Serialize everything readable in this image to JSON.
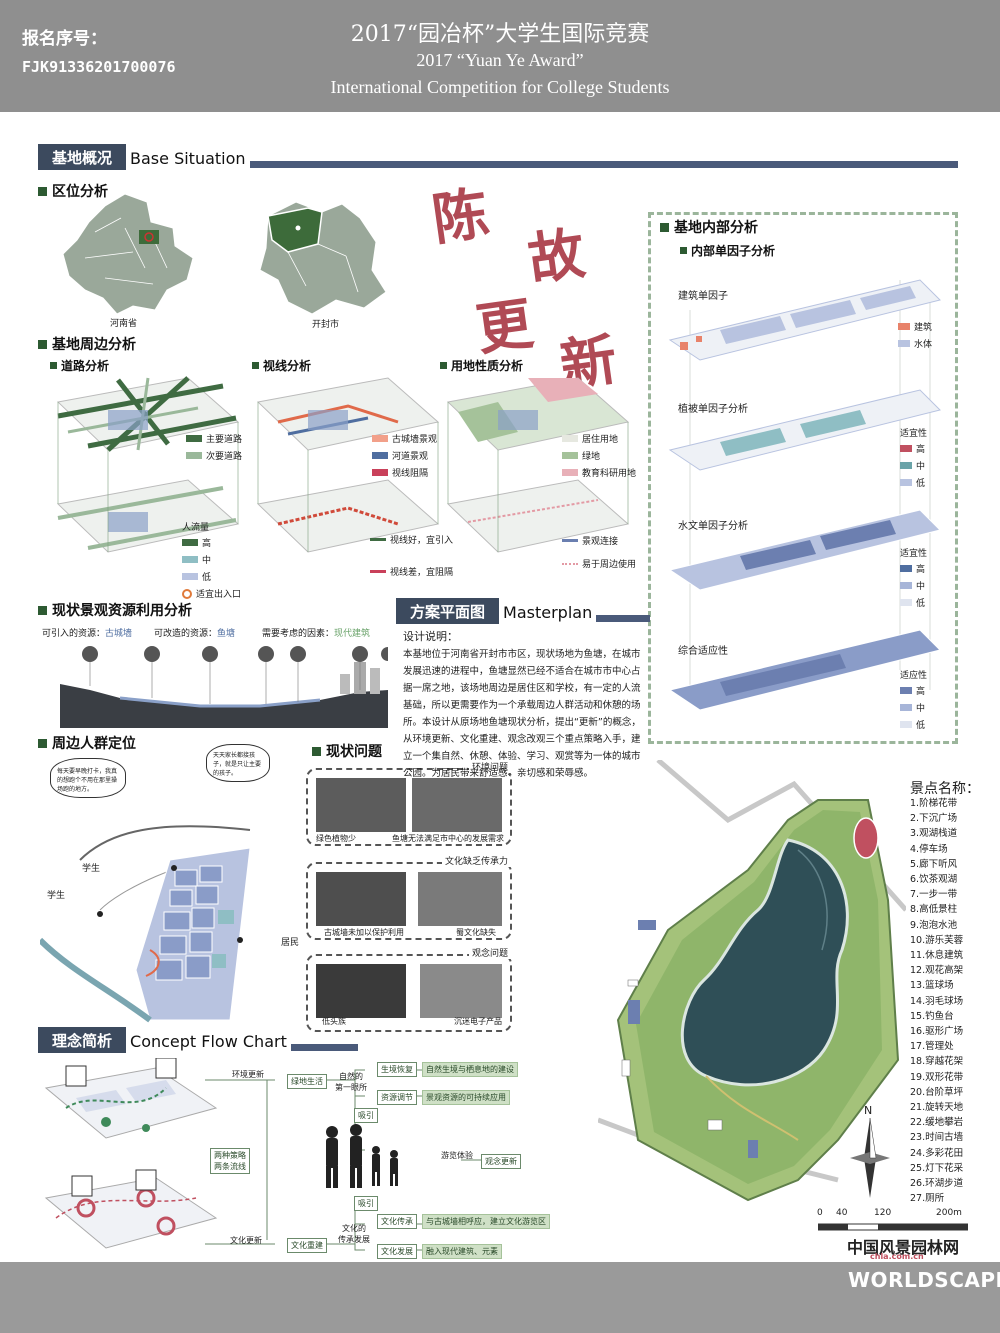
{
  "header": {
    "reg_label": "报名序号：",
    "reg_number": "FJK91336201700076",
    "title_cn": "2017“园冶杯”大学生国际竞赛",
    "title_en1": "2017 “Yuan Ye Award”",
    "title_en2": "International Competition for College Students"
  },
  "slogan": [
    "陈",
    "故",
    "更",
    "新"
  ],
  "base": {
    "title_cn": "基地概况",
    "title_en": "Base Situation",
    "location": {
      "title": "区位分析",
      "province": "河南省",
      "city": "开封市"
    },
    "surround": {
      "title": "基地周边分析",
      "road": {
        "title": "道路分析",
        "legend": [
          "主要道路",
          "次要道路"
        ],
        "flow_title": "人流量",
        "flow_legend": [
          "高",
          "中",
          "低"
        ],
        "entry": "适宜出入口"
      },
      "sight": {
        "title": "视线分析",
        "legend": [
          "古城墙景观",
          "河道景观",
          "视线阻隔"
        ],
        "good": "视线好，宜引入",
        "bad": "视线差，宜阻隔"
      },
      "landuse": {
        "title": "用地性质分析",
        "legend": [
          "居住用地",
          "绿地",
          "教育科研用地"
        ],
        "link": "景观连接",
        "use": "易于周边使用"
      }
    },
    "landscape": {
      "title": "现状景观资源利用分析",
      "a_label": "可引入的资源：",
      "a_value": "古城墙",
      "b_label": "可改造的资源：",
      "b_value": "鱼塘",
      "c_label": "需要考虑的因素：",
      "c_value": "现代建筑"
    },
    "people": {
      "title": "周边人群定位",
      "bubble1": "每天要早晚打卡，我真的想跑个不用在那里操场跑的地方。",
      "bubble2": "天天家长都接孩子，就是只让主要的孩子。",
      "student": "学生",
      "resident": "居民"
    },
    "problems": {
      "title": "现状问题",
      "env": "环境问题",
      "env1": "绿色植物少",
      "env2": "鱼塘无法满足市中心的发展需求",
      "culture": "文化缺乏传承力",
      "culture1": "古城墙未加以保护利用",
      "culture2": "蜀文化缺失",
      "idea": "观念问题",
      "idea1": "低头族",
      "idea2": "沉迷电子产品"
    }
  },
  "internal": {
    "title": "基地内部分析",
    "sub": "内部单因子分析",
    "building": {
      "title": "建筑单因子",
      "legend": [
        "建筑",
        "水体"
      ]
    },
    "plant": {
      "title": "植被单因子分析",
      "legend_title": "适宜性",
      "legend": [
        "高",
        "中",
        "低"
      ]
    },
    "water": {
      "title": "水文单因子分析",
      "legend_title": "适宜性",
      "legend": [
        "高",
        "中",
        "低"
      ]
    },
    "overall": {
      "title": "综合适应性",
      "legend_title": "适应性",
      "legend": [
        "高",
        "中",
        "低"
      ]
    }
  },
  "masterplan": {
    "title_cn": "方案平面图",
    "title_en": "Masterplan",
    "design_label": "设计说明：",
    "design_text": "本基地位于河南省开封市市区，现状场地为鱼塘，在城市发展迅速的进程中，鱼塘显然已经不适合在城市市中心占据一席之地，该场地周边是居住区和学校，有一定的人流基础，所以更需要作为一个承载周边人群活动和休憩的场所。本设计从原场地鱼塘现状分析，提出“更新”的概念，从环境更新、文化重建、观念改观三个重点策略入手，建立一个集自然、休憩、体验、学习、观赏等为一体的城市公园。为居民带来舒适感、亲切感和荣辱感。",
    "spots_title": "景点名称：",
    "spots": [
      "1.阶梯花带",
      "2.下沉广场",
      "3.观湖栈道",
      "4.停车场",
      "5.廊下听风",
      "6.饮茶观湖",
      "7.一步一带",
      "8.高低景柱",
      "9.泡泡水池",
      "10.游乐芙蓉",
      "11.休息建筑",
      "12.观花高架",
      "13.篮球场",
      "14.羽毛球场",
      "15.钓鱼台",
      "16.驱形广场",
      "17.管理处",
      "18.穿越花架",
      "19.双形花带",
      "20.台阶草坪",
      "21.旋转天地",
      "22.缓地攀岩",
      "23.时间古墙",
      "24.多彩花田",
      "25.灯下花采",
      "26.环湖步道",
      "27.厕所"
    ],
    "scale": [
      "0",
      "40",
      "120",
      "200m"
    ],
    "north": "N"
  },
  "concept": {
    "title_cn": "理念简析",
    "title_en": "Concept Flow Chart",
    "env_update": "环境更新",
    "green_life": "绿地生活",
    "two_strategy": "两种策略\n两条流线",
    "culture_update": "文化更新",
    "culture_rebuild": "文化重建",
    "nature": "自然的\n第一眼所",
    "eco": "生境恢复",
    "eco_detail": "自然生境与栖息地的建设",
    "resource": "资源调节",
    "resource_detail": "景观资源的可持续应用",
    "attract1": "吸引",
    "experience": "游览体验",
    "idea_change": "观念更新",
    "attract2": "吸引",
    "culture_dev": "文化的\n传承发展",
    "heritage": "文化传承",
    "heritage_detail": "与古城墙相呼应，建立文化游览区",
    "develop": "文化发展",
    "develop_detail": "融入现代建筑、元素"
  },
  "footer": {
    "brand1": "中国风景园林网",
    "brand1_sub": "chla.com.cn",
    "brand2": "WORLDSCAPE"
  },
  "colors": {
    "header_bg": "#8f8f8f",
    "section_dark": "#3c4a5e",
    "accent_green": "#2d5a32",
    "slogan": "#b04a55",
    "water": "#2f4f57",
    "blue_high": "#6c7fb0",
    "blue_mid": "#a7b5d8",
    "blue_low": "#dfe4ef",
    "building_red": "#e8826a"
  }
}
